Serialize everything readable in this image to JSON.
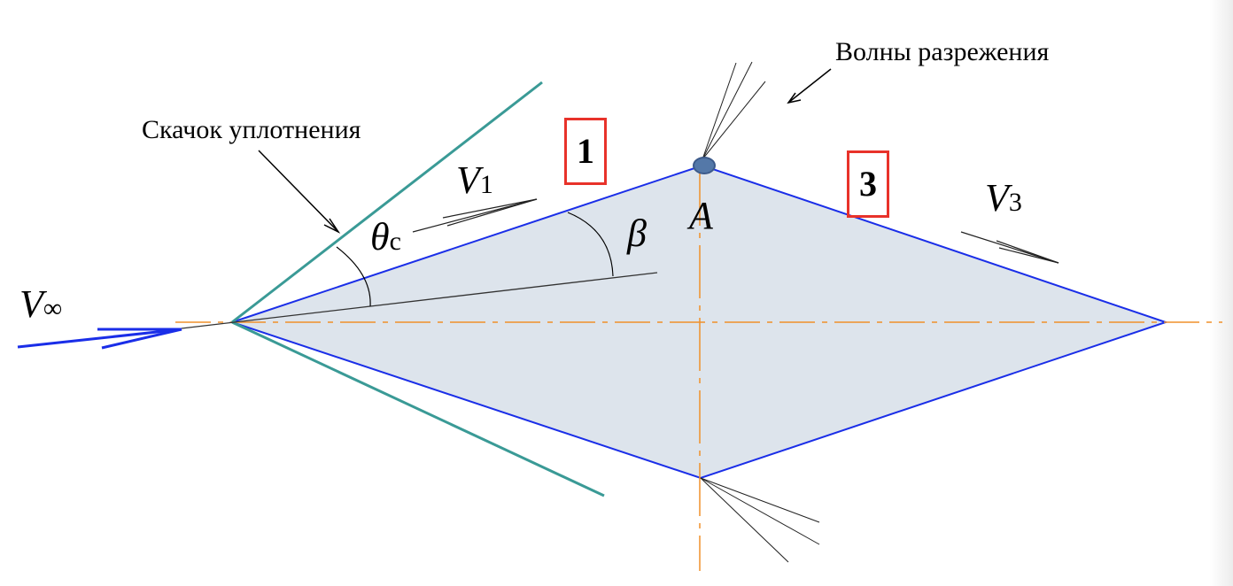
{
  "labels": {
    "shock": "Скачок уплотнения",
    "expansion": "Волны разрежения",
    "v_inf": "V",
    "v_inf_sub": "∞",
    "v1": "V",
    "v1_sub": "1",
    "v3": "V",
    "v3_sub": "3",
    "theta": "θ",
    "theta_sub": "c",
    "beta": "β",
    "point_a": "A",
    "region1": "1",
    "region3": "3"
  },
  "colors": {
    "body_fill": "#dde4ec",
    "body_edge": "#1a2ee8",
    "shock": "#3a9a96",
    "axis": "#f0902a",
    "box": "#e8322a",
    "point": "#5478a8"
  }
}
